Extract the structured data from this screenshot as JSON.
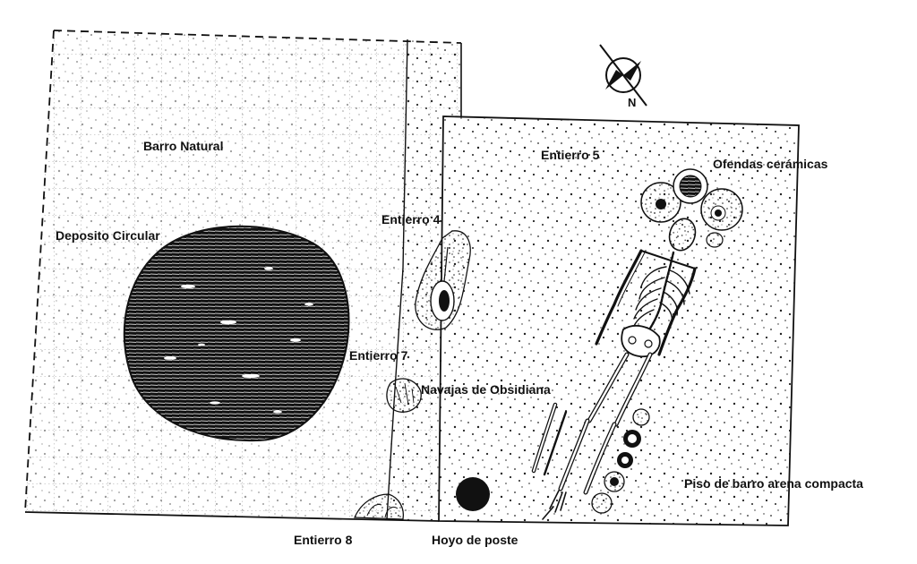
{
  "labels": {
    "barro_natural": "Barro Natural",
    "deposito_circular": "Deposito Circular",
    "entierro_4": "Entierro 4",
    "entierro_5": "Entierro 5",
    "entierro_7": "Entierro 7",
    "entierro_8": "Entierro 8",
    "ofrendas": "Ofendas cerámicas",
    "navajas": "Navajas de Obsidiana",
    "piso": "Piso de barro arena compacta",
    "hoyo": "Hoyo de poste",
    "north": "N"
  },
  "icons": {
    "north_arrow": "north-arrow-icon"
  },
  "colors": {
    "ink": "#111111",
    "paper": "#ffffff",
    "grid": "#8a8a8a"
  }
}
